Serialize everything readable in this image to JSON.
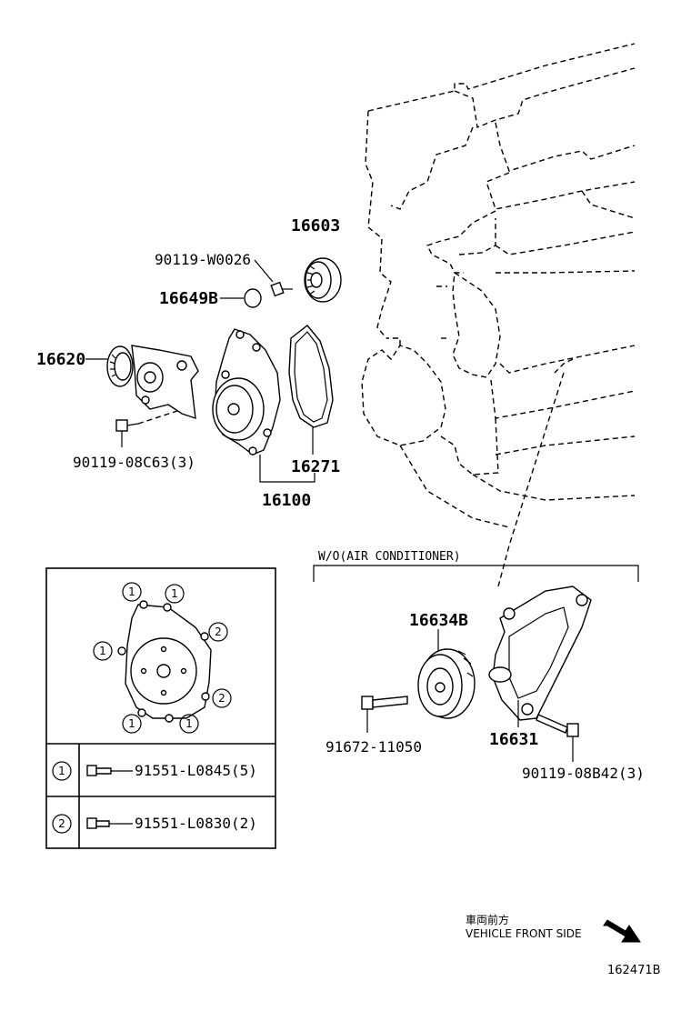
{
  "engine": {
    "label": ""
  },
  "parts": {
    "p16603": "16603",
    "p90119w0026": "90119-W0026",
    "p16649b": "16649B",
    "p16620": "16620",
    "p90119_08c63": "90119-08C63(3)",
    "p16271": "16271",
    "p16100": "16100"
  },
  "wo_group": {
    "title": "W/O(AIR CONDITIONER)",
    "p16634b": "16634B",
    "p91672": "91672-11050",
    "p16631": "16631",
    "p90119_08b42": "90119-08B42(3)"
  },
  "detail_box": {
    "markers": [
      "1",
      "1",
      "2",
      "1",
      "2",
      "1",
      "1"
    ],
    "rows": [
      {
        "mark": "1",
        "part": "91551-L0845(5)"
      },
      {
        "mark": "2",
        "part": "91551-L0830(2)"
      }
    ]
  },
  "direction": {
    "jp": "車両前方",
    "en": "VEHICLE FRONT SIDE"
  },
  "figure_id": "162471B"
}
